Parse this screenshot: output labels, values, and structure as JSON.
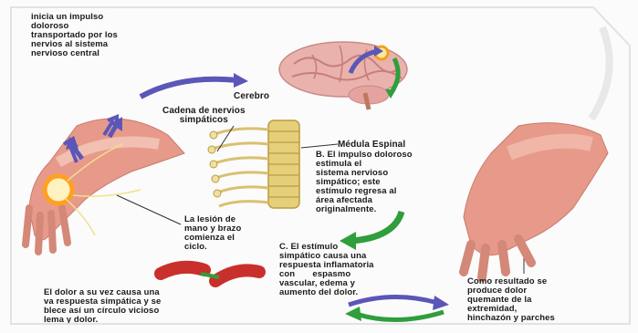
{
  "texts": {
    "top_left": "inicia un impulso\ndoloroso\ntransportado por los\nnervios al sistema\nnervioso central",
    "cerebro": "Cerebro",
    "cadena": "Cadena de nervios\nsimpáticos",
    "medula": "Médula Espinal",
    "b_text": "B. El impulso doloroso\nestimula el\nsistema nervioso\nsimpático; este\nestímulo regresa al\nárea afectada\noriginalmente.",
    "lesion": "La lesión de\nmano y brazo\ncomienza el\nciclo.",
    "c_text": "C. El estímulo\nsimpático causa una\nrespuesta inflamatoria\ncon       espasmo\nvascular, edema y\naumento del dolor.",
    "bottom_left": "El dolor a su vez causa una\nva respuesta simpática y se\nblece así un círculo vicioso\nlema y dolor.",
    "bottom_right": "Como resultado se\nproduce dolor\nquemante de la\nextremidad,\nhinchazón y parches"
  },
  "colors": {
    "skin": "#e89a8a",
    "skin_light": "#f4c2b5",
    "brain": "#eab2ad",
    "arrow_blue": "#5b57b8",
    "arrow_green": "#2f9e3c",
    "nerve_yellow": "#e6cf7a",
    "vessel_red": "#c9302c",
    "glow": "#ffb020"
  }
}
